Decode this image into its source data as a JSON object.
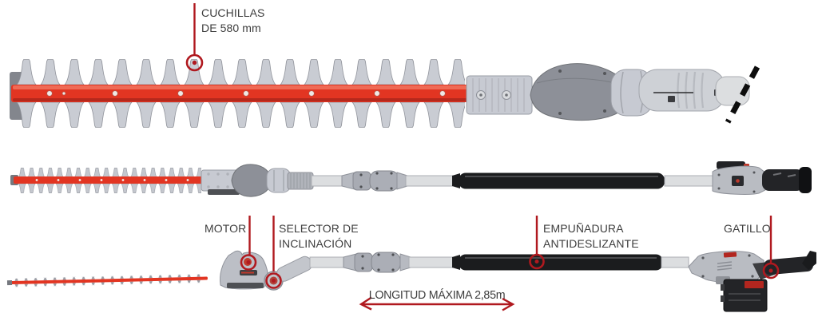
{
  "colors": {
    "annotation_red": "#b0191f",
    "blade_red": "#e23522",
    "label_text": "#3d3d3d",
    "pole_black": "#1b1c1e",
    "cut_black": "#0d0d0d"
  },
  "callouts": {
    "blades": {
      "line1": "CUCHILLAS",
      "line2": "DE 580 mm"
    },
    "motor": {
      "line1": "MOTOR"
    },
    "tilt_selector": {
      "line1": "SELECTOR DE",
      "line2": "INCLINACIÓN"
    },
    "grip": {
      "line1": "EMPUÑADURA",
      "line2": "ANTIDESLIZANTE"
    },
    "trigger": {
      "line1": "GATILLO"
    },
    "max_length": {
      "label": "LONGITUD MÁXIMA 2,85m"
    }
  }
}
